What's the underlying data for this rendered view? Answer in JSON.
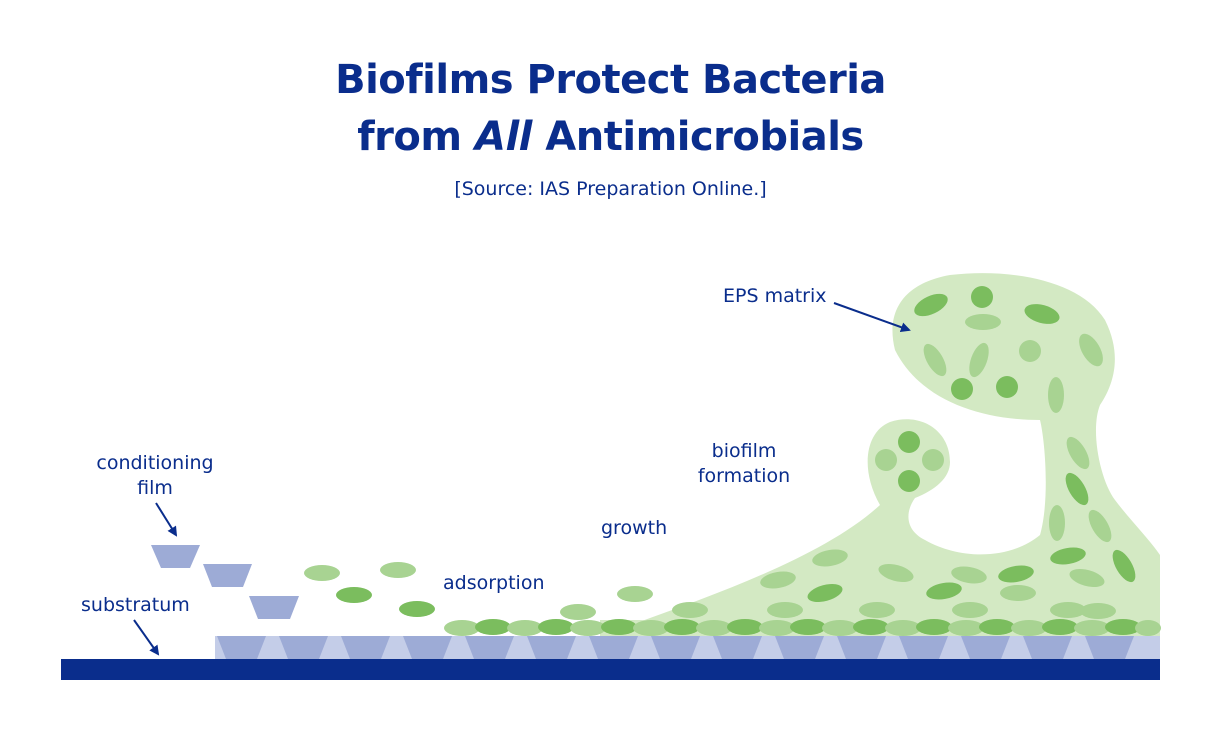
{
  "title": {
    "line1": "Biofilms Protect Bacteria",
    "line2_prefix": "from ",
    "line2_emphasis": "All",
    "line2_suffix": " Antimicrobials"
  },
  "subtitle": "[Source: IAS Preparation Online.]",
  "labels": {
    "conditioning_film_line1": "conditioning",
    "conditioning_film_line2": "film",
    "substratum": "substratum",
    "adsorption": "adsorption",
    "growth": "growth",
    "biofilm_formation_line1": "biofilm",
    "biofilm_formation_line2": "formation",
    "eps_matrix": "EPS matrix"
  },
  "colors": {
    "navy": "#0a2d8c",
    "film_blue": "#9dabd6",
    "film_light": "#c4cde8",
    "matrix_light_green": "#d3e9c3",
    "cell_mid_green": "#a8d392",
    "cell_dark_green": "#7bbd5e"
  }
}
